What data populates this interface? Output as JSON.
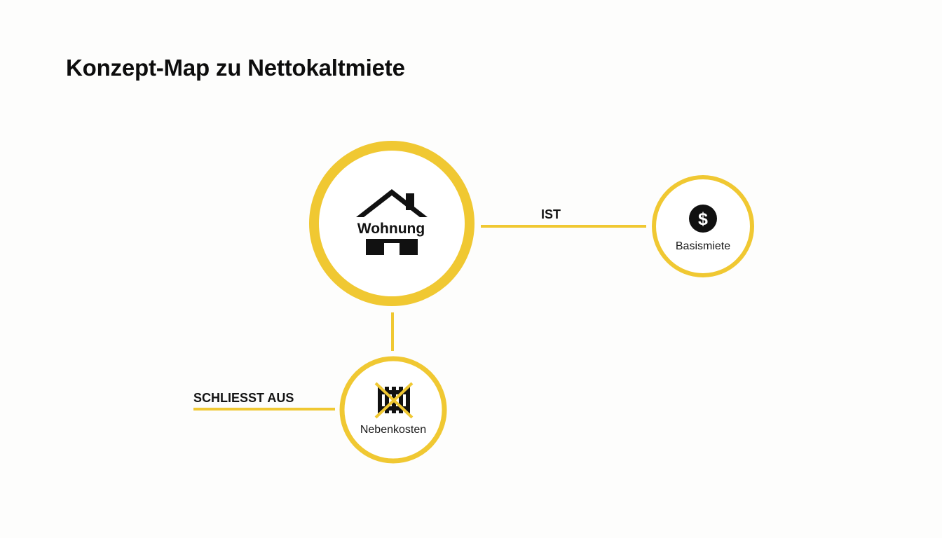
{
  "title": "Konzept-Map zu Nettokaltmiete",
  "colors": {
    "accent": "#F0C832",
    "text": "#111111",
    "background": "#FDFDFC"
  },
  "nodes": {
    "center": {
      "label": "Wohnung",
      "icon": "house-icon"
    },
    "basismiete": {
      "label": "Basismiete",
      "icon": "dollar-icon"
    },
    "nebenkosten": {
      "label": "Nebenkosten",
      "icon": "radiator-crossed-icon"
    }
  },
  "edges": {
    "ist": {
      "label": "IST"
    },
    "schliesst_aus": {
      "label": "SCHLIESST AUS"
    }
  }
}
